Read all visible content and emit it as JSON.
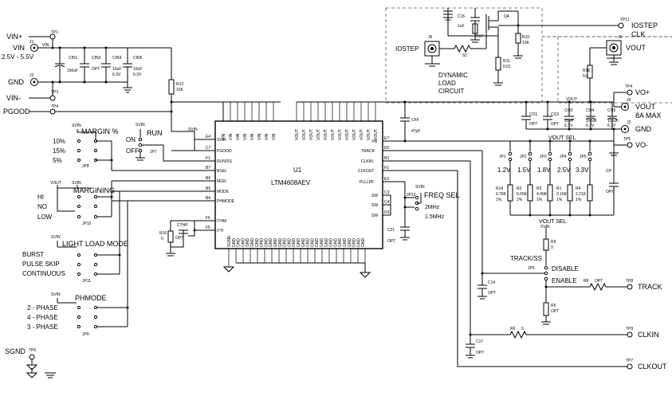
{
  "inputs": {
    "tp1": "TP1",
    "vin_plus": "VIN+",
    "j1": "J1",
    "vin": "VIN",
    "vin_net": "VIN",
    "vin_range": "2.5V - 5.5V",
    "j2": "J2",
    "gnd": "GND",
    "tp2": "TP2",
    "vin_minus": "VIN-",
    "tp4": "TP4",
    "pgood": "PGOOD"
  },
  "input_caps": {
    "cin1": "CIN1",
    "cin1_val": "150uF",
    "cin3": "CIN3",
    "cin3_val": "OPT",
    "cin4": "CIN4",
    "cin4_val": "10uF",
    "cin4_v": "6.3V",
    "cin5": "CIN5",
    "cin5_val": "10uF",
    "cin5_v": "6.3V"
  },
  "r13": {
    "ref": "R13",
    "val": "10K"
  },
  "iostep": {
    "tp11": "TP11",
    "label": "IOSTEP",
    "clk": "CLK",
    "j6": "J6",
    "j6_label": "IOSTEP",
    "c15": "C15",
    "c15_val": "1uF",
    "r17": "R17",
    "q4": "Q4",
    "r10": "R10",
    "r10_val": "10K",
    "s1": "S1",
    "r11": "R11",
    "r11_val": "0.01",
    "dyn1": "DYNAMIC",
    "dyn2": "LOAD",
    "dyn3": "CIRCUIT"
  },
  "vout": {
    "j5": "J5",
    "label": "VOUT",
    "r16": "R16",
    "r16_val": "51",
    "tp4": "TP4",
    "vo_plus": "VO+",
    "j4": "J4",
    "vout2": "VOUT",
    "max": "8A MAX",
    "j3": "J3",
    "gnd": "GND",
    "tp5": "TP5",
    "vo_minus": "VO-",
    "net": "VOUT"
  },
  "output_caps": {
    "cff": "CFF",
    "cff_val": "47pF",
    "co1": "CO1",
    "co1_val": "OPT",
    "co2": "CO2",
    "co2_val": "OPT",
    "co3": "CO3",
    "co3_val": "22uF",
    "co3_v": "6.3V",
    "co4": "CO4",
    "co4_val": "100uF",
    "co4_v": "6.3V",
    "co5": "CO5",
    "co5_val": "100uF",
    "co5_v": "6.3V"
  },
  "vout_sel": {
    "title": "VOUT SEL",
    "title2": "VOUT SEL",
    "jp1": "JP1",
    "v1": "1.2V",
    "jp2": "JP2",
    "v2": "1.5V",
    "jp3": "JP3",
    "v3": "1.8V",
    "jp4": "JP4",
    "v4": "2.5V",
    "jp5": "JP5",
    "v5": "3.3V",
    "r14": "R14",
    "r14_val": "9.76K",
    "r14_tol": "1%",
    "r2": "R2",
    "r2_val": "6.65K",
    "r2_tol": "1%",
    "r3": "R3",
    "r3_val": "4.99K",
    "r3_tol": "1%",
    "r1": "R1",
    "r1_val": "3.16K",
    "r1_tol": "1%",
    "r4": "R4",
    "r4_val": "2.21K",
    "r4_tol": "1%",
    "cp": "CP",
    "cp_val": "OPT"
  },
  "ic": {
    "ref": "U1",
    "part": "LTM4608AEV",
    "left_pins": [
      {
        "num": "E4",
        "name": "SVIN"
      },
      {
        "num": "C7",
        "name": "PGOOD"
      },
      {
        "num": "F1",
        "name": "RUN/SS"
      },
      {
        "num": "B7",
        "name": "BSEL"
      },
      {
        "num": "B6",
        "name": "MGN"
      },
      {
        "num": "B5",
        "name": "MODE"
      },
      {
        "num": "B4",
        "name": "PHMODE"
      },
      {
        "num": "F6",
        "name": "ITHM"
      },
      {
        "num": "F5",
        "name": "ITH"
      }
    ],
    "right_pins": [
      {
        "num": "E7",
        "name": "FB"
      },
      {
        "num": "E5",
        "name": "TRACK"
      },
      {
        "num": "B3",
        "name": "CLKIN"
      },
      {
        "num": "F2",
        "name": "CLKOUT"
      },
      {
        "num": "E3",
        "name": "PLLLPF"
      },
      {
        "num": "C3",
        "name": "SW"
      },
      {
        "num": "C4",
        "name": "SW"
      },
      {
        "num": "D3",
        "name": "SW"
      }
    ],
    "top_vin": [
      "VIN",
      "VIN",
      "VIN",
      "VIN",
      "VIN",
      "VIN",
      "VIN",
      "VIN"
    ],
    "top_vout": [
      "VOUT",
      "VOUT",
      "VOUT",
      "VOUT",
      "VOUT",
      "VOUT",
      "VOUT",
      "VOUT",
      "VOUT",
      "VOUT",
      "VOUT",
      "VOUT"
    ],
    "bottom": [
      "SGND",
      "GND",
      "GND",
      "GND",
      "GND",
      "GND",
      "GND",
      "GND",
      "GND",
      "GND",
      "GND",
      "GND",
      "GND",
      "GND",
      "GND",
      "GND",
      "GND",
      "GND",
      "GND",
      "GND",
      "GND",
      "GND",
      "GND",
      "GND",
      "GND",
      "GND",
      "GND",
      "GND",
      "GND",
      "GND"
    ]
  },
  "svin_tag": "SVIN",
  "run": {
    "svin": "SVIN",
    "label": "RUN",
    "on": "ON",
    "off": "OFF",
    "jp": "JP7"
  },
  "margin": {
    "svin": "SVIN",
    "title": "MARGIN %",
    "o1": "10%",
    "o2": "15%",
    "o3": "5%",
    "jp": "JP8"
  },
  "margining": {
    "vout": "VOUT",
    "svin": "SVIN",
    "title": "MARGINING",
    "o1": "HI",
    "o2": "NO",
    "o3": "LOW",
    "jp": "JP10"
  },
  "light_load": {
    "svin": "SVIN",
    "title": "LIGHT LOAD MODE",
    "o1": "BURST",
    "o2": "PULSE SKIP",
    "o3": "CONTINUOUS",
    "jp": "JP11"
  },
  "phmode": {
    "svin": "SVIN",
    "title": "PHMODE",
    "o1": "2 - PHASE",
    "o2": "4 - PHASE",
    "o3": "3 - PHASE",
    "jp": "JP9"
  },
  "ith": {
    "cthp": "CTHP",
    "r16": "R16",
    "r16_val": "0",
    "opt": "OPT"
  },
  "freq": {
    "svin": "SVIN",
    "title": "FREQ SEL",
    "jp": "JP13",
    "f1": "2MHz",
    "f2": "1.5MHz",
    "c21": "C21",
    "c21_val": "OPT"
  },
  "track": {
    "svin": "SVIN",
    "r9": "R9",
    "r9_val": "0",
    "title": "TRACK/SS",
    "jp": "JP6",
    "disable": "DISABLE",
    "enable": "ENABLE",
    "c14": "C14",
    "c14_val": "OPT",
    "r8": "R8",
    "r8_val": "OPT",
    "r5": "R5",
    "r5_val": "OPT",
    "tp": "TP8",
    "label": "TRACK"
  },
  "clk": {
    "r6": "R6",
    "r6_val": "0",
    "c17": "C17",
    "c17_val": "OPT",
    "tp9": "TP9",
    "clkin": "CLKIN",
    "tp7": "TP7",
    "clkout": "CLKOUT"
  },
  "sgnd": {
    "tp": "TP6",
    "label": "SGND"
  }
}
